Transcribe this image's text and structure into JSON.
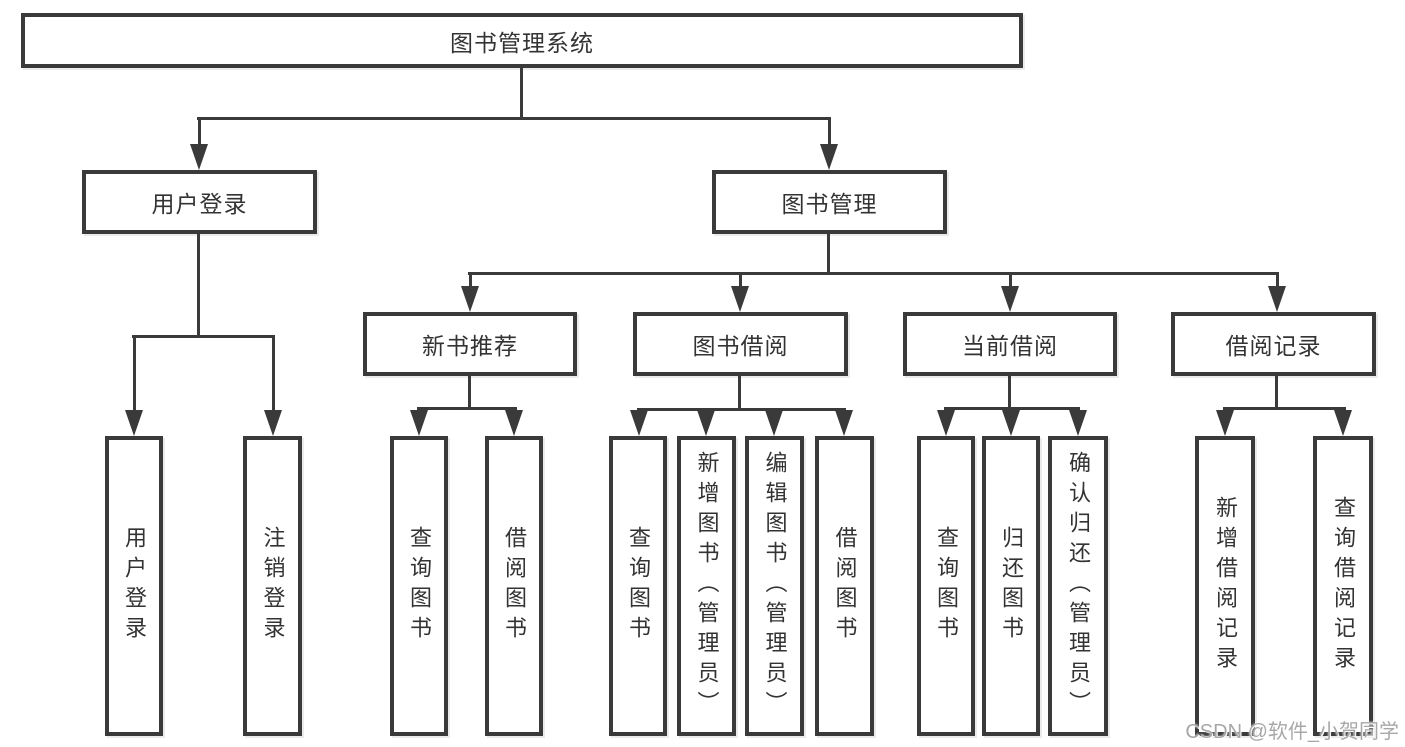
{
  "diagram": {
    "root": {
      "label": "图书管理系统"
    },
    "level2": [
      {
        "label": "用户登录"
      },
      {
        "label": "图书管理"
      }
    ],
    "level3": [
      {
        "label": "新书推荐"
      },
      {
        "label": "图书借阅"
      },
      {
        "label": "当前借阅"
      },
      {
        "label": "借阅记录"
      }
    ],
    "leaves": {
      "user_login": [
        {
          "label": "用户登录"
        },
        {
          "label": "注销登录"
        }
      ],
      "new_book_recommend": [
        {
          "label": "查询图书"
        },
        {
          "label": "借阅图书"
        }
      ],
      "book_borrow": [
        {
          "label": "查询图书"
        },
        {
          "label": "新增图书（管理员）"
        },
        {
          "label": "编辑图书（管理员）"
        },
        {
          "label": "借阅图书"
        }
      ],
      "current_borrow": [
        {
          "label": "查询图书"
        },
        {
          "label": "归还图书"
        },
        {
          "label": "确认归还（管理员）"
        }
      ],
      "borrow_records": [
        {
          "label": "新增借阅记录"
        },
        {
          "label": "查询借阅记录"
        }
      ]
    },
    "watermark": "CSDN @软件_小贺同学",
    "colors": {
      "line": "#3a3a3a",
      "text": "#333333",
      "background": "#ffffff",
      "watermark": "#a8a8a8"
    }
  }
}
